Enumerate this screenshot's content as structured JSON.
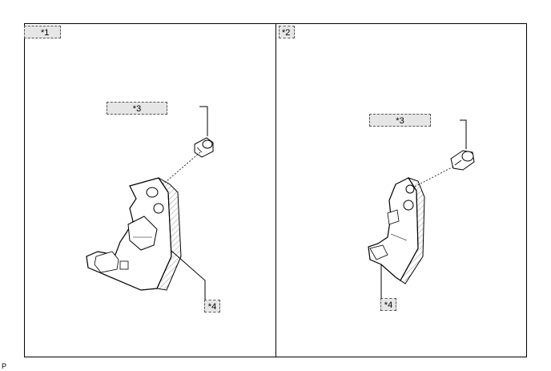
{
  "panels": [
    {
      "id": "left",
      "view_label": "*1",
      "part_labels": [
        "*3",
        "*4"
      ]
    },
    {
      "id": "right",
      "view_label": "*2",
      "part_labels": [
        "*3",
        "*4"
      ]
    }
  ],
  "figure_ref": "P"
}
